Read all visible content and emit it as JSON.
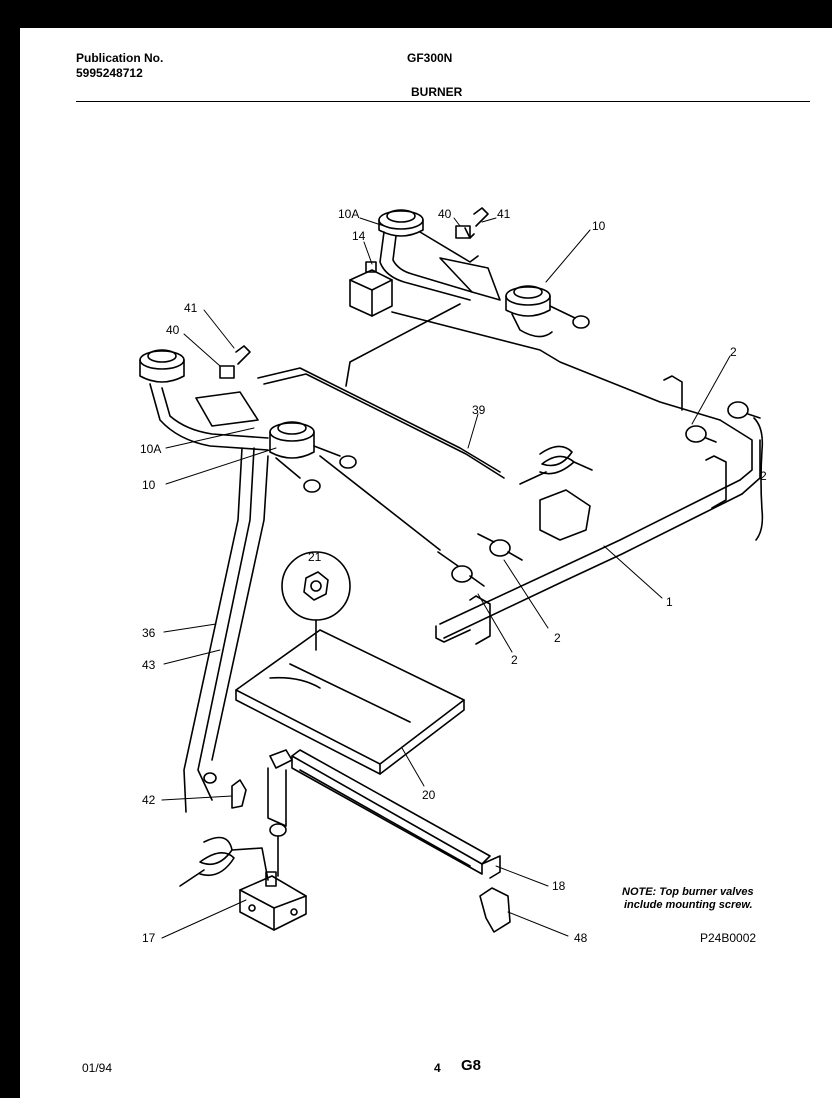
{
  "header": {
    "publication_label": "Publication No.",
    "publication_number": "5995248712",
    "model": "GF300N",
    "section": "BURNER"
  },
  "callouts": {
    "c10A_top": "10A",
    "c40_top": "40",
    "c41_top": "41",
    "c10_top": "10",
    "c14": "14",
    "c41_left": "41",
    "c40_left": "40",
    "c2_a": "2",
    "c39": "39",
    "c10A_left": "10A",
    "c10_left": "10",
    "c2_b": "2",
    "c21": "21",
    "c1": "1",
    "c2_c": "2",
    "c2_d": "2",
    "c36": "36",
    "c43": "43",
    "c20": "20",
    "c42": "42",
    "c18": "18",
    "c17": "17",
    "c48": "48"
  },
  "note": {
    "line1": "NOTE: Top burner valves",
    "line2": "include mounting screw."
  },
  "figure_code": "P24B0002",
  "footer": {
    "date": "01/94",
    "page": "4",
    "code": "G8"
  }
}
